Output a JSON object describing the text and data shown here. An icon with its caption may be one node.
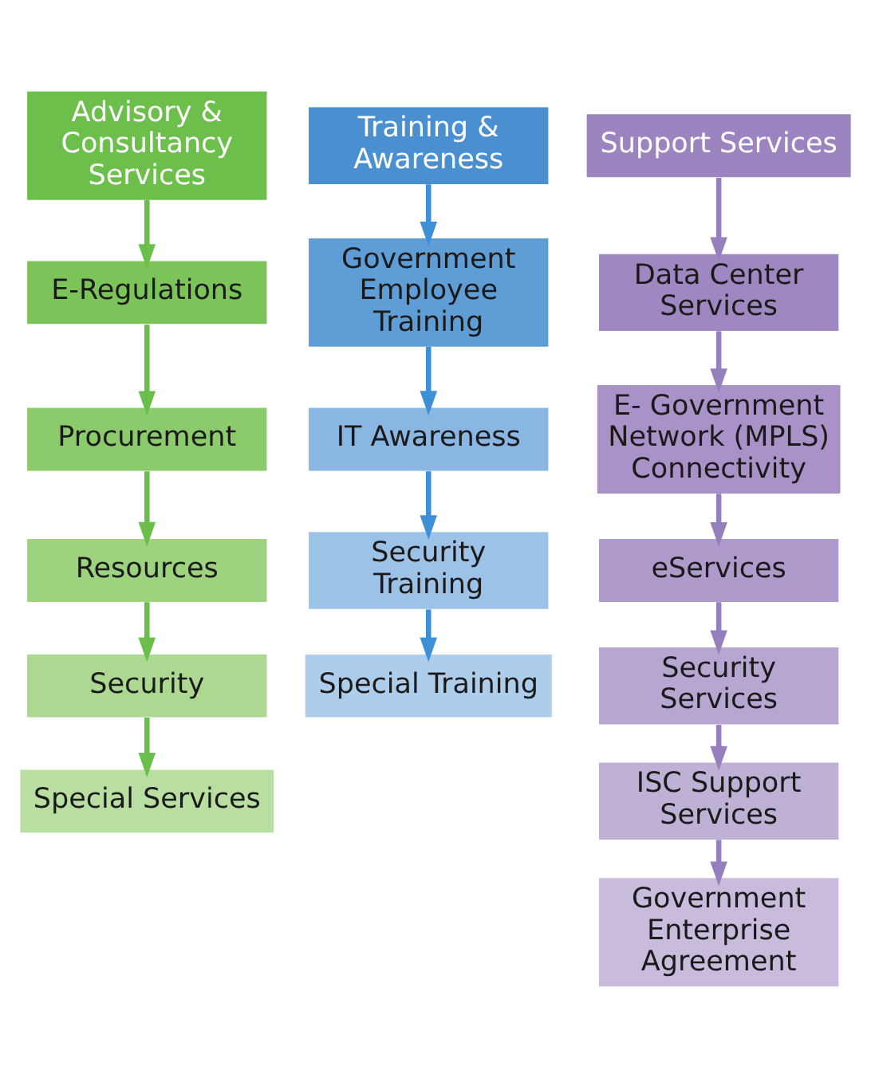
{
  "diagram": {
    "nodes": [
      {
        "text": [
          "Advisory & Consultancy Services"
        ]
      },
      {
        "text": [
          "E-Regulations"
        ]
      },
      {
        "text": [
          "Procurement"
        ]
      },
      {
        "text": [
          "Resources"
        ]
      },
      {
        "text": [
          "Security"
        ]
      },
      {
        "text": [
          "Special Services"
        ]
      },
      {
        "text": [
          "Training & Awareness"
        ]
      },
      {
        "text": [
          "Government Employee Training"
        ]
      },
      {
        "text": [
          "IT Awareness"
        ]
      },
      {
        "text": [
          "Security Training"
        ]
      },
      {
        "text": [
          "Special Training"
        ]
      },
      {
        "text": [
          "Support Services"
        ]
      },
      {
        "text": [
          "Data Center Services"
        ]
      },
      {
        "text": [
          "E- Government Network (MPLS) Connectivity"
        ]
      },
      {
        "text": [
          "eServices"
        ]
      },
      {
        "text": [
          "Security Services"
        ]
      },
      {
        "text": [
          "ISC Support Services"
        ]
      },
      {
        "text": [
          "Government Enterprise Agreement"
        ]
      }
    ],
    "edges": [
      {
        "from": 0,
        "to": 1,
        "arrow": "to",
        "color": "#6abf4b"
      },
      {
        "from": 1,
        "to": 2,
        "arrow": "to",
        "color": "#6abf4b"
      },
      {
        "from": 2,
        "to": 3,
        "arrow": "to",
        "color": "#6abf4b"
      },
      {
        "from": 3,
        "to": 4,
        "arrow": "to",
        "color": "#6abf4b"
      },
      {
        "from": 4,
        "to": 5,
        "arrow": "to",
        "color": "#6abf4b"
      },
      {
        "from": 6,
        "to": 7,
        "arrow": "to",
        "color": "#3d8fd6"
      },
      {
        "from": 7,
        "to": 8,
        "arrow": "to",
        "color": "#3d8fd6"
      },
      {
        "from": 8,
        "to": 9,
        "arrow": "to",
        "color": "#3d8fd6"
      },
      {
        "from": 9,
        "to": 10,
        "arrow": "to",
        "color": "#3d8fd6"
      },
      {
        "from": 11,
        "to": 12,
        "arrow": "to",
        "color": "#9580bd"
      },
      {
        "from": 12,
        "to": 13,
        "arrow": "to",
        "color": "#9580bd"
      },
      {
        "from": 13,
        "to": 14,
        "arrow": "to",
        "color": "#9580bd"
      },
      {
        "from": 14,
        "to": 15,
        "arrow": "to",
        "color": "#9580bd"
      },
      {
        "from": 15,
        "to": 16,
        "arrow": "to",
        "color": "#9580bd"
      },
      {
        "from": 16,
        "to": 17,
        "arrow": "to",
        "color": "#9580bd"
      }
    ]
  }
}
